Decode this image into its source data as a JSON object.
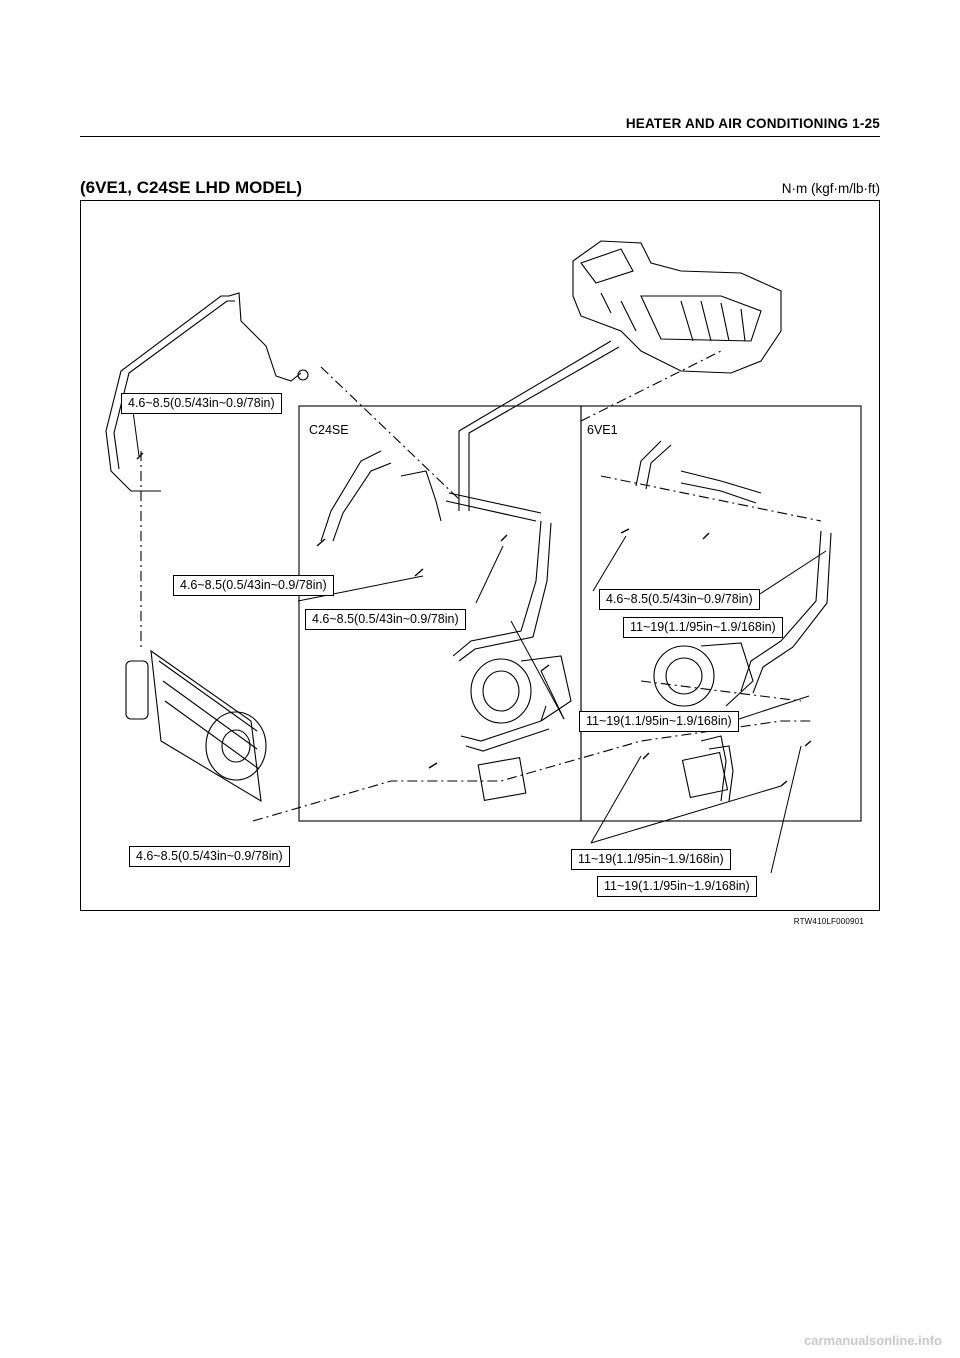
{
  "header": {
    "title": "HEATER AND AIR CONDITIONING  1-25"
  },
  "section": {
    "title": "(6VE1, C24SE LHD MODEL)",
    "units": "N·m (kgf·m/lb·ft)"
  },
  "figure": {
    "variants": {
      "left": "C24SE",
      "right": "6VE1"
    },
    "labels": [
      "4.6~8.5(0.5/43in~0.9/78in)",
      "4.6~8.5(0.5/43in~0.9/78in)",
      "4.6~8.5(0.5/43in~0.9/78in)",
      "4.6~8.5(0.5/43in~0.9/78in)",
      "11~19(1.1/95in~1.9/168in)",
      "11~19(1.1/95in~1.9/168in)",
      "4.6~8.5(0.5/43in~0.9/78in)",
      "11~19(1.1/95in~1.9/168in)",
      "11~19(1.1/95in~1.9/168in)"
    ],
    "code": "RTW410LF000901"
  },
  "watermark": "carmanualsonline.info"
}
